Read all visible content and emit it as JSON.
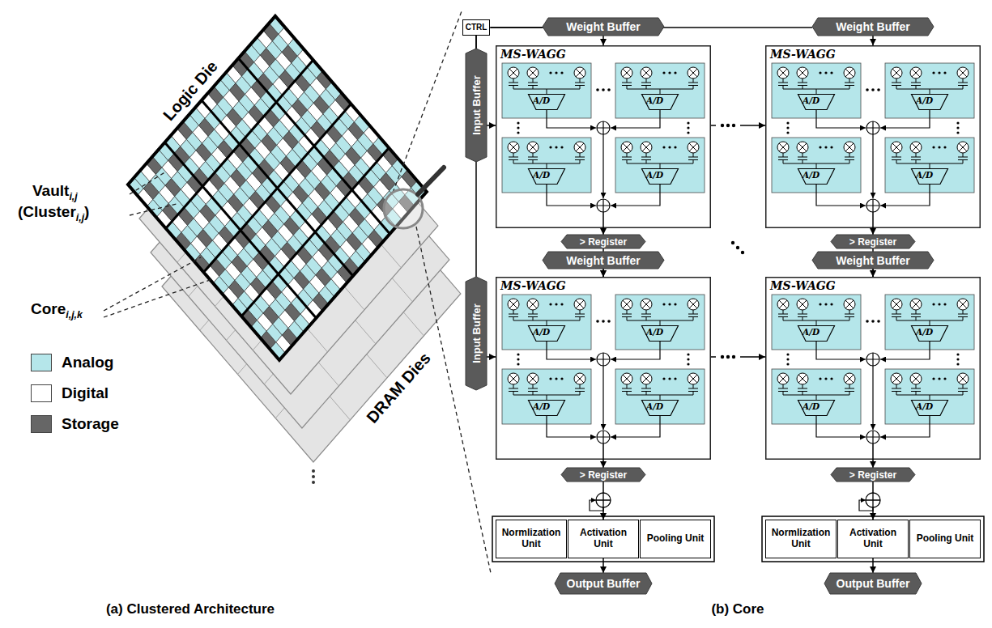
{
  "diagram": {
    "nodes": [
      {
        "text": [
          "CTRL"
        ]
      },
      {
        "text": [
          "Weight Buffer"
        ]
      },
      {
        "text": [
          "Weight Buffer"
        ]
      },
      {
        "text": [
          "Input Buffer"
        ]
      },
      {
        "text": [
          "MS-WAGG"
        ]
      },
      {
        "text": [
          "A/D"
        ],
        "in": 4
      },
      {
        "text": [
          "A/D"
        ],
        "in": 4
      },
      {
        "text": [
          "A/D"
        ],
        "in": 4
      },
      {
        "text": [
          "A/D"
        ],
        "in": 4
      },
      {
        "text": [
          "MS-WAGG"
        ]
      },
      {
        "text": [
          "A/D"
        ],
        "in": 9
      },
      {
        "text": [
          "A/D"
        ],
        "in": 9
      },
      {
        "text": [
          "A/D"
        ],
        "in": 9
      },
      {
        "text": [
          "A/D"
        ],
        "in": 9
      },
      {
        "text": [
          "> Register"
        ]
      },
      {
        "text": [
          "> Register"
        ]
      },
      {
        "text": [
          "Weight Buffer"
        ]
      },
      {
        "text": [
          "Weight Buffer"
        ]
      },
      {
        "text": [
          "Input Buffer"
        ]
      },
      {
        "text": [
          "MS-WAGG"
        ]
      },
      {
        "text": [
          "A/D"
        ],
        "in": 19
      },
      {
        "text": [
          "A/D"
        ],
        "in": 19
      },
      {
        "text": [
          "A/D"
        ],
        "in": 19
      },
      {
        "text": [
          "A/D"
        ],
        "in": 19
      },
      {
        "text": [
          "MS-WAGG"
        ]
      },
      {
        "text": [
          "A/D"
        ],
        "in": 24
      },
      {
        "text": [
          "A/D"
        ],
        "in": 24
      },
      {
        "text": [
          "A/D"
        ],
        "in": 24
      },
      {
        "text": [
          "A/D"
        ],
        "in": 24
      },
      {
        "text": [
          "> Register"
        ]
      },
      {
        "text": [
          "> Register"
        ]
      },
      {
        "text": [
          "Normlization Unit"
        ]
      },
      {
        "text": [
          "Activation Unit"
        ]
      },
      {
        "text": [
          "Pooling Unit"
        ]
      },
      {
        "text": [
          "Normlization Unit"
        ]
      },
      {
        "text": [
          "Activation Unit"
        ]
      },
      {
        "text": [
          "Pooling Unit"
        ]
      },
      {
        "text": [
          "Output Buffer"
        ]
      },
      {
        "text": [
          "Output Buffer"
        ]
      }
    ],
    "edges": [
      {
        "from": 0,
        "to": 1,
        "arrow": "none"
      },
      {
        "from": 0,
        "to": 2,
        "arrow": "none"
      },
      {
        "from": 0,
        "to": 3,
        "arrow": "none"
      },
      {
        "from": 0,
        "to": 18,
        "arrow": "none"
      },
      {
        "from": 1,
        "to": 4,
        "arrow": "to"
      },
      {
        "from": 2,
        "to": 9,
        "arrow": "to"
      },
      {
        "from": 3,
        "to": 4,
        "arrow": "to"
      },
      {
        "from": 4,
        "to": 9,
        "arrow": "to"
      },
      {
        "from": 4,
        "to": 14,
        "arrow": "to"
      },
      {
        "from": 9,
        "to": 15,
        "arrow": "to"
      },
      {
        "from": 14,
        "to": 19,
        "arrow": "to"
      },
      {
        "from": 15,
        "to": 24,
        "arrow": "to"
      },
      {
        "from": 16,
        "to": 19,
        "arrow": "to"
      },
      {
        "from": 17,
        "to": 24,
        "arrow": "to"
      },
      {
        "from": 18,
        "to": 19,
        "arrow": "to"
      },
      {
        "from": 19,
        "to": 24,
        "arrow": "to"
      },
      {
        "from": 19,
        "to": 29,
        "arrow": "to"
      },
      {
        "from": 24,
        "to": 30,
        "arrow": "to"
      },
      {
        "from": 29,
        "to": 32,
        "arrow": "to"
      },
      {
        "from": 30,
        "to": 35,
        "arrow": "to"
      },
      {
        "from": 32,
        "to": 37,
        "arrow": "to"
      },
      {
        "from": 35,
        "to": 38,
        "arrow": "to"
      }
    ],
    "labels": [
      "Logic Die",
      "DRAM Dies",
      "Vaulti,j",
      "(Clusteri,j)",
      "Corei,j,k",
      "(a) Clustered Architecture",
      "(b) Core"
    ],
    "legend": [
      {
        "text": "Analog",
        "color": "#b5e6ea"
      },
      {
        "text": "Digital",
        "color": "#ffffff"
      },
      {
        "text": "Storage",
        "color": "#666666"
      }
    ]
  }
}
